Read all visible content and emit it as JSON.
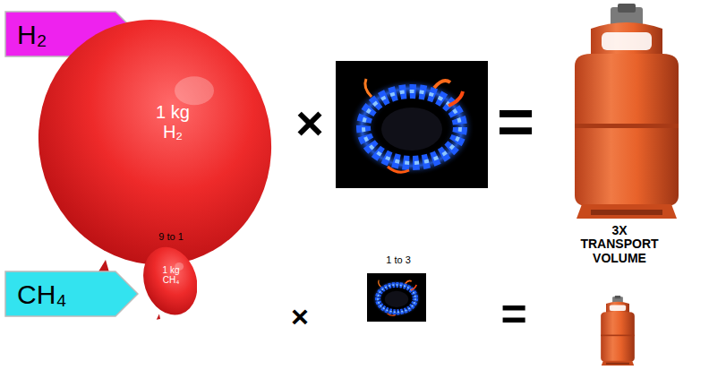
{
  "diagram": {
    "nodes": [
      {
        "text": [
          "H₂"
        ]
      },
      {
        "text": [
          "1 kg H₂"
        ]
      },
      {
        "text": [
          "CH₄"
        ]
      },
      {
        "text": [
          "1 kg CH₄"
        ]
      }
    ],
    "labels": [
      "×",
      "=",
      "9 to 1",
      "1 to 3",
      "3X TRANSPORT VOLUME",
      "×",
      "="
    ]
  }
}
